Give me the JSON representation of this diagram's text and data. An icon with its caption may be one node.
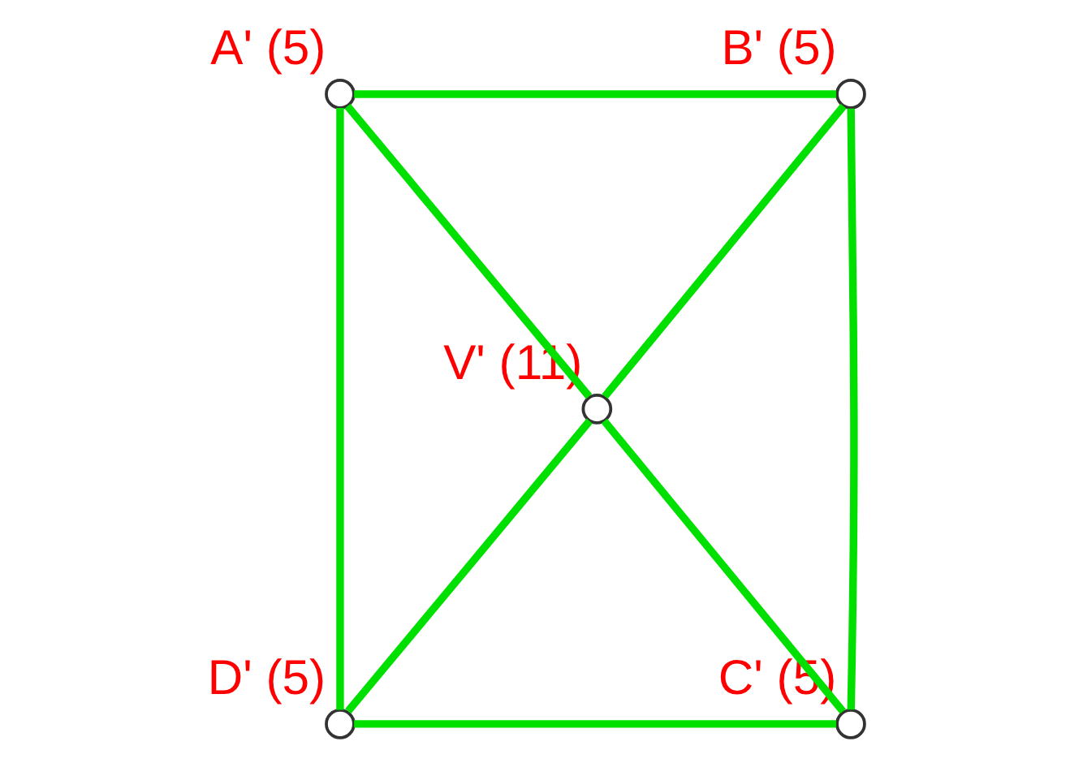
{
  "diagram": {
    "nodes": [
      {
        "text": [],
        "shape": "circle",
        "beside": [
          "A' (5)"
        ]
      },
      {
        "text": [],
        "shape": "circle",
        "beside": [
          "B' (5)"
        ]
      },
      {
        "text": [],
        "shape": "circle",
        "beside": [
          "V' (11)"
        ]
      },
      {
        "text": [],
        "shape": "circle",
        "beside": [
          "D' (5)"
        ]
      },
      {
        "text": [],
        "shape": "circle",
        "beside": [
          "C' (5)"
        ]
      }
    ],
    "edges": [
      {
        "from": 0,
        "to": 1,
        "arrow": "none"
      },
      {
        "from": 1,
        "to": 4,
        "arrow": "none"
      },
      {
        "from": 3,
        "to": 4,
        "arrow": "none"
      },
      {
        "from": 3,
        "to": 0,
        "arrow": "none"
      },
      {
        "from": 0,
        "to": 2,
        "arrow": "none"
      },
      {
        "from": 2,
        "to": 4,
        "arrow": "none"
      },
      {
        "from": 1,
        "to": 2,
        "arrow": "none"
      },
      {
        "from": 2,
        "to": 3,
        "arrow": "none"
      }
    ]
  }
}
